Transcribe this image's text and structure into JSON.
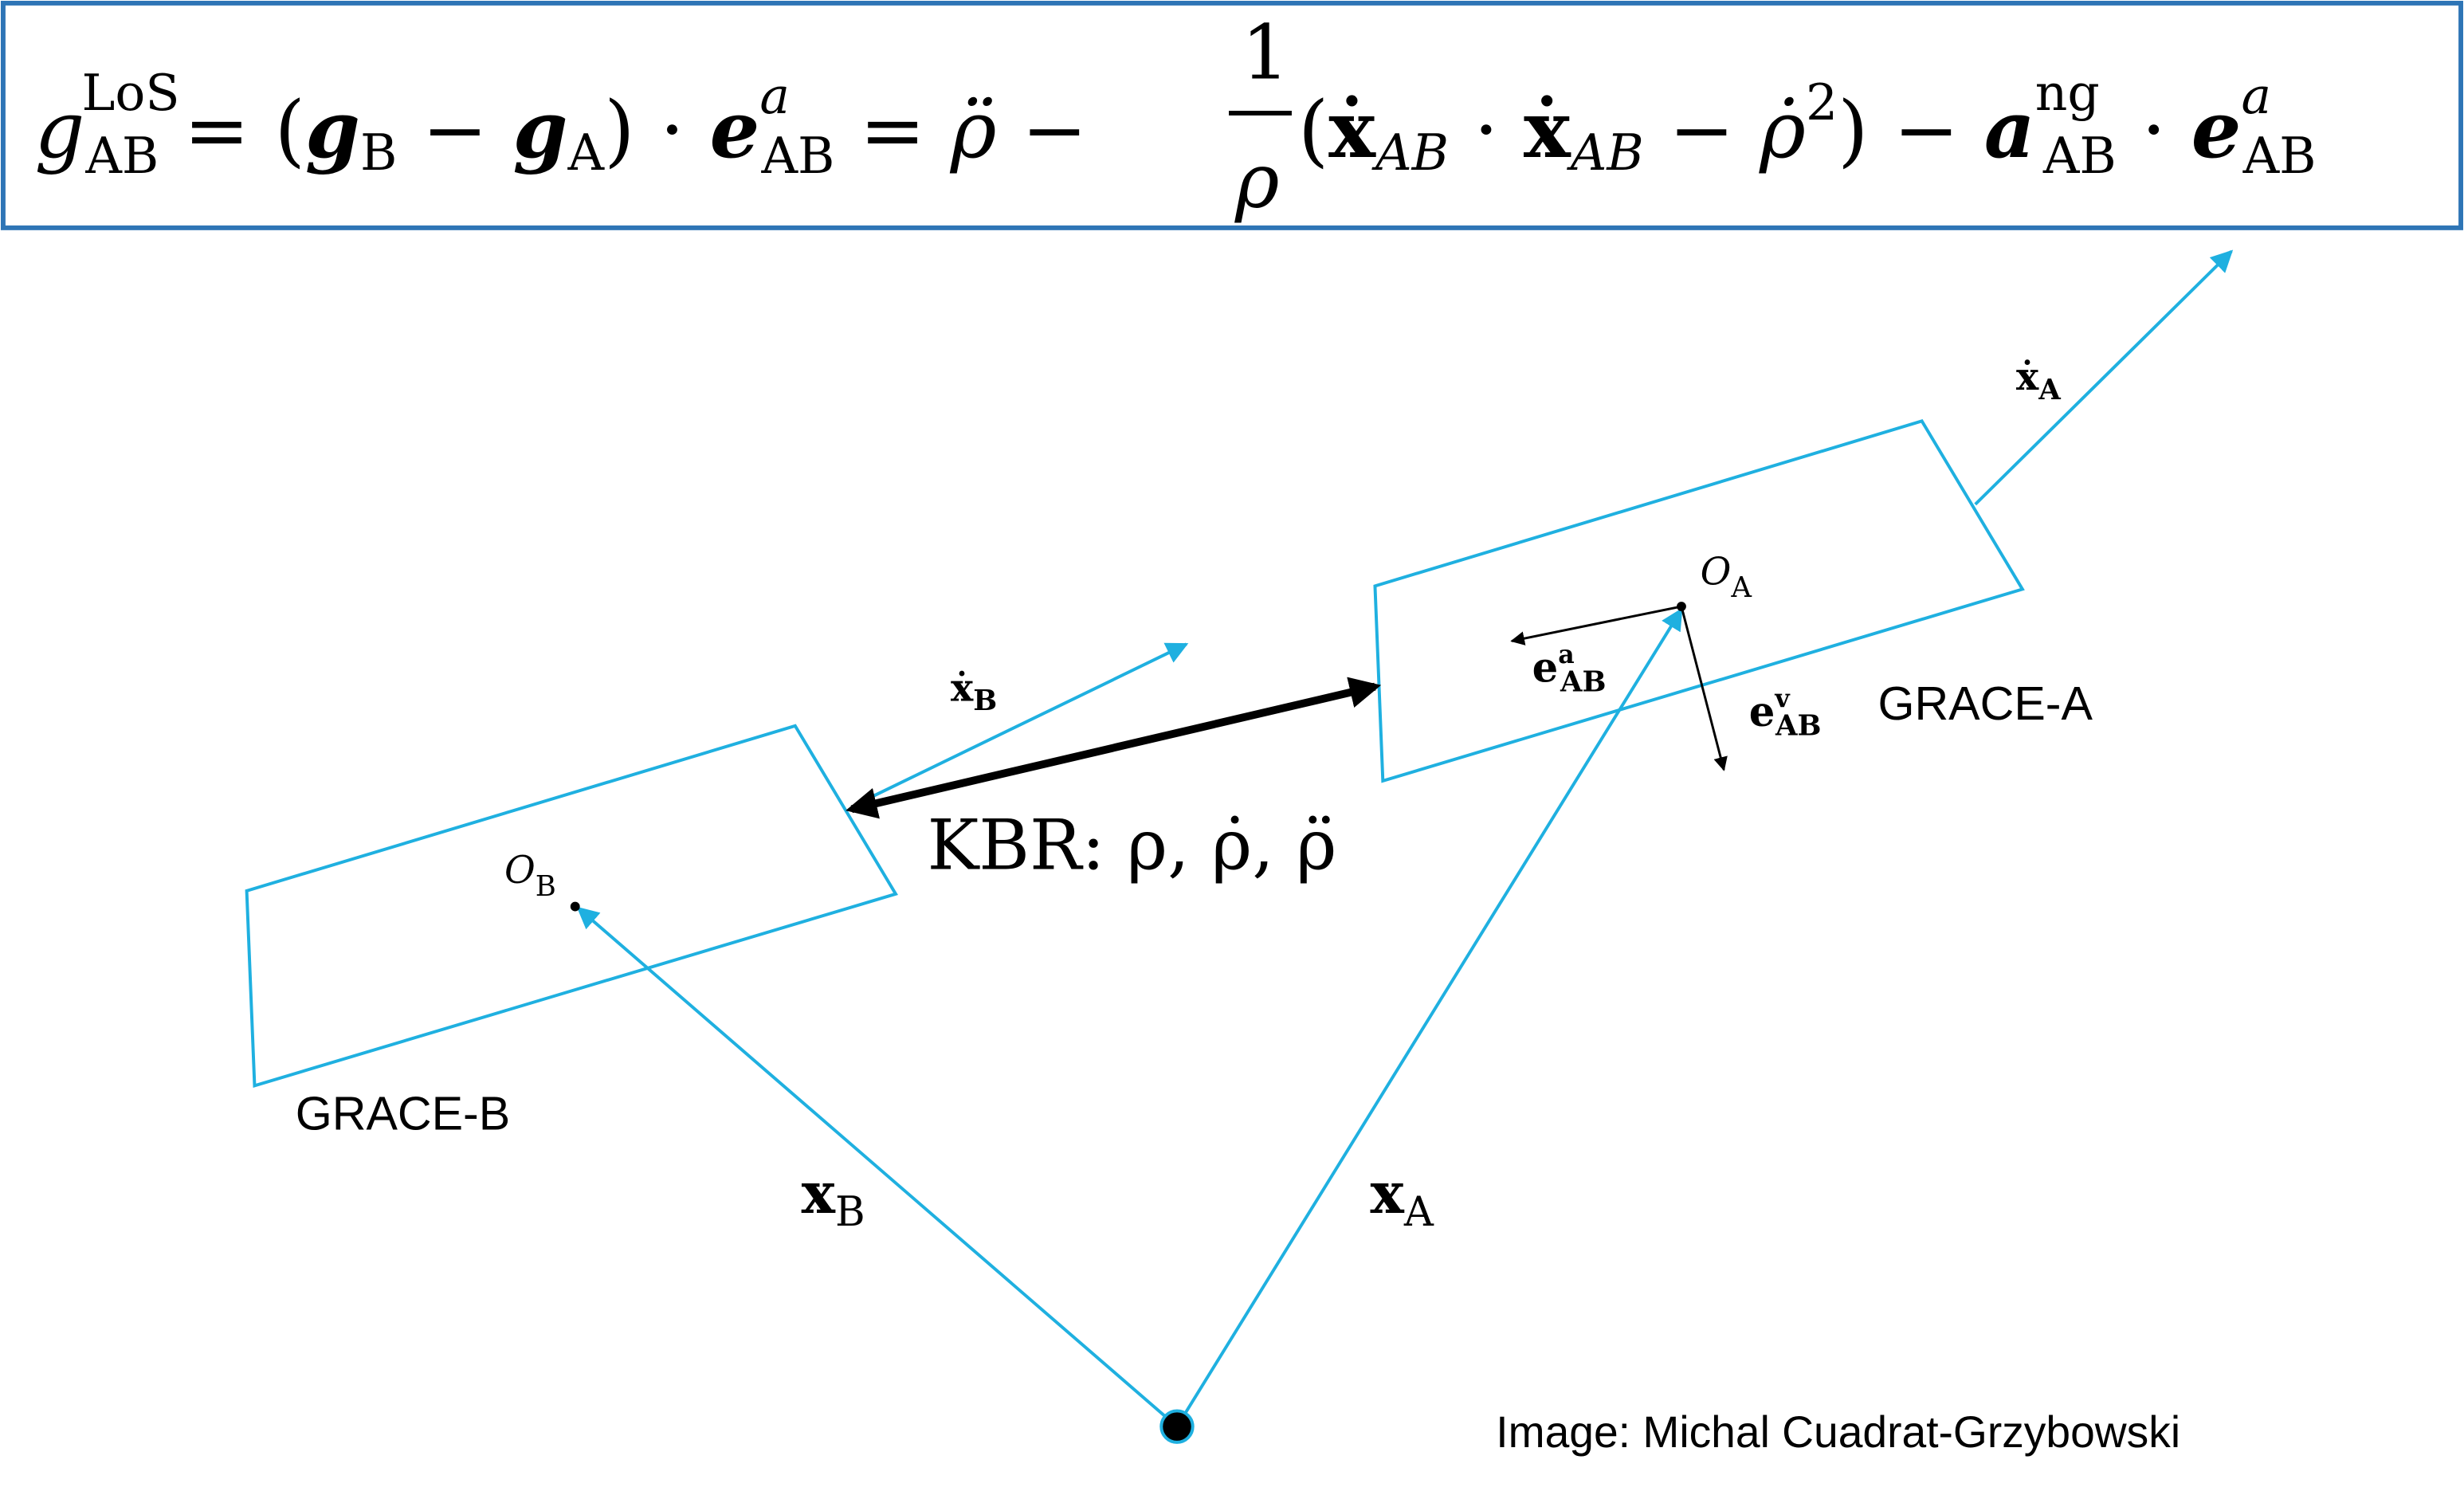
{
  "formula": {
    "g": "g",
    "los": "LoS",
    "ab": "AB",
    "eq1": " = (",
    "gB": "g",
    "B": "B",
    "minus": " − ",
    "gA": "g",
    "A": "A",
    "rp_dot": ") · ",
    "e": "e",
    "a": "a",
    "eq2": " = ",
    "rho_ddot": "ρ̈",
    "minus2": " − ",
    "num": "1",
    "den": "ρ",
    "paren_open": "(",
    "xdot": "ẋ",
    "AB_it": "AB",
    "dot": " · ",
    "minus3": "  − ",
    "rho_dot": "ρ̇",
    "sq": "2",
    "paren_close": ") − ",
    "acc": "a",
    "ng": "ng"
  },
  "labels": {
    "oA": "O",
    "oA_sub": "A",
    "oB": "O",
    "oB_sub": "B",
    "xdotA": "ẋ",
    "xdotA_sub": "A",
    "xdotB": "ẋ",
    "xdotB_sub": "B",
    "ea": "e",
    "ea_sup": "a",
    "ea_sub": "AB",
    "ev": "e",
    "ev_sup": "v",
    "ev_sub": "AB",
    "graceA": "GRACE-A",
    "graceB": "GRACE-B",
    "kbr": "KBR:  ρ, ρ̇, ρ̈",
    "xA": "x",
    "xA_sub": "A",
    "xB": "x",
    "xB_sub": "B",
    "credit": "Image: Michal Cuadrat-Grzybowski"
  },
  "colors": {
    "box": "#2e75b6",
    "cyan": "#1fb0e0",
    "black": "#000000"
  }
}
